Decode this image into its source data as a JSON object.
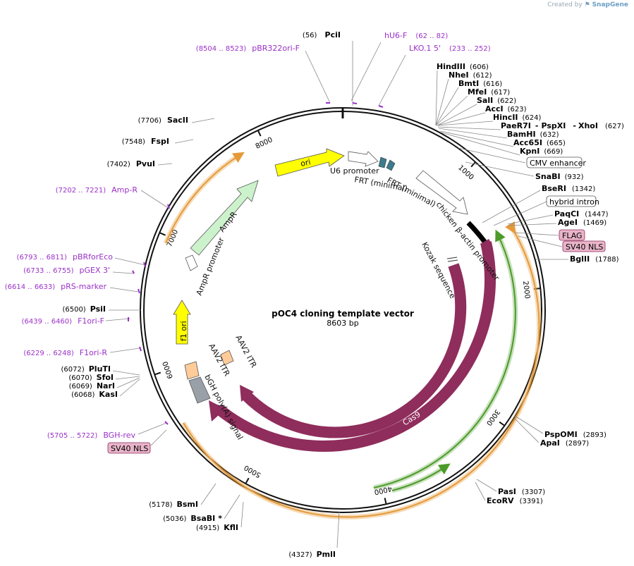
{
  "credit": {
    "prefix": "Created by",
    "brand": "SnapGene"
  },
  "plasmid": {
    "name": "pOC4 cloning template vector",
    "length": "8603 bp",
    "total_bp": 8603
  },
  "ticks": [
    "1000",
    "2000",
    "3000",
    "4000",
    "5000",
    "6000",
    "7000",
    "8000"
  ],
  "sites_right": [
    {
      "name": "PciI",
      "pos": "(56)"
    },
    {
      "name": "HindIII",
      "pos": "(606)"
    },
    {
      "name": "NheI",
      "pos": "(612)"
    },
    {
      "name": "BmtI",
      "pos": "(616)"
    },
    {
      "name": "MfeI",
      "pos": "(617)"
    },
    {
      "name": "SalI",
      "pos": "(622)"
    },
    {
      "name": "AccI",
      "pos": "(623)"
    },
    {
      "name": "HincII",
      "pos": "(624)"
    },
    {
      "name": "PaeR7I",
      "name2": "PspXI",
      "name3": "XhoI",
      "pos": "(627)"
    },
    {
      "name": "BamHI",
      "pos": "(632)"
    },
    {
      "name": "Acc65I",
      "pos": "(665)"
    },
    {
      "name": "KpnI",
      "pos": "(669)"
    },
    {
      "name": "SnaBI",
      "pos": "(932)"
    },
    {
      "name": "BseRI",
      "pos": "(1342)"
    },
    {
      "name": "PaqCI",
      "pos": "(1447)"
    },
    {
      "name": "AgeI",
      "pos": "(1469)"
    },
    {
      "name": "BglII",
      "pos": "(1788)"
    },
    {
      "name": "PspOMI",
      "pos": "(2893)"
    },
    {
      "name": "ApaI",
      "pos": "(2897)"
    },
    {
      "name": "PasI",
      "pos": "(3307)"
    },
    {
      "name": "EcoRV",
      "pos": "(3391)"
    },
    {
      "name": "PmlI",
      "pos": "(4327)"
    }
  ],
  "sites_left": [
    {
      "name": "SacII",
      "pos": "(7706)"
    },
    {
      "name": "FspI",
      "pos": "(7548)"
    },
    {
      "name": "PvuI",
      "pos": "(7402)"
    },
    {
      "name": "PsiI",
      "pos": "(6500)"
    },
    {
      "name": "PluTI",
      "pos": "(6072)"
    },
    {
      "name": "SfoI",
      "pos": "(6070)"
    },
    {
      "name": "NarI",
      "pos": "(6069)"
    },
    {
      "name": "KasI",
      "pos": "(6068)"
    },
    {
      "name": "BsmI",
      "pos": "(5178)"
    },
    {
      "name": "BsaBI",
      "pos": "(5036)",
      "mark": "*"
    },
    {
      "name": "KflI",
      "pos": "(4915)"
    }
  ],
  "primers": [
    {
      "name": "hU6-F",
      "pos": "(62 .. 82)"
    },
    {
      "name": "LKO.1 5'",
      "pos": "(233 .. 252)"
    },
    {
      "name": "pBR322ori-F",
      "pos": "(8504 .. 8523)"
    },
    {
      "name": "Amp-R",
      "pos": "(7202 .. 7221)"
    },
    {
      "name": "pBRforEco",
      "pos": "(6793 .. 6811)"
    },
    {
      "name": "pGEX 3'",
      "pos": "(6733 .. 6755)"
    },
    {
      "name": "pRS-marker",
      "pos": "(6614 .. 6633)"
    },
    {
      "name": "F1ori-F",
      "pos": "(6439 .. 6460)"
    },
    {
      "name": "F1ori-R",
      "pos": "(6229 .. 6248)"
    },
    {
      "name": "BGH-rev",
      "pos": "(5705 .. 5722)"
    }
  ],
  "boxed_features": [
    {
      "name": "CMV enhancer",
      "style": "outline"
    },
    {
      "name": "hybrid intron",
      "style": "outline"
    },
    {
      "name": "FLAG",
      "style": "pink"
    },
    {
      "name": "SV40 NLS",
      "style": "pink"
    },
    {
      "name": "SV40 NLS",
      "style": "pink"
    }
  ],
  "features": {
    "ori": "ori",
    "u6": "U6 promoter",
    "frt1": "FRT (minimal)",
    "frt2": "FRT (minimal)",
    "cba": "chicken β-actin promoter",
    "kozak": "Kozak sequence",
    "cas9_a": "Cas9",
    "cas9_b": "Cas9",
    "ampr": "AmpR",
    "ampr_prom": "AmpR promoter",
    "f1": "f1 ori",
    "aav_a": "AAV2 ITR",
    "aav_b": "AAV2 ITR",
    "bgh": "bGH poly(A) signal"
  },
  "colors": {
    "backbone": "#111111",
    "cas9": "#8f2d5c",
    "ori": "#ffff00",
    "ampr": "#ccf2cc",
    "f1": "#ffff00",
    "itr": "#ffcc99",
    "bgh": "#99a0a8",
    "orf_orange": "#e59a3a",
    "orf_green": "#4b9b28",
    "frt": "#3a7c8c",
    "primer": "#9b30c8",
    "pink_box": "#e8b4c8"
  }
}
